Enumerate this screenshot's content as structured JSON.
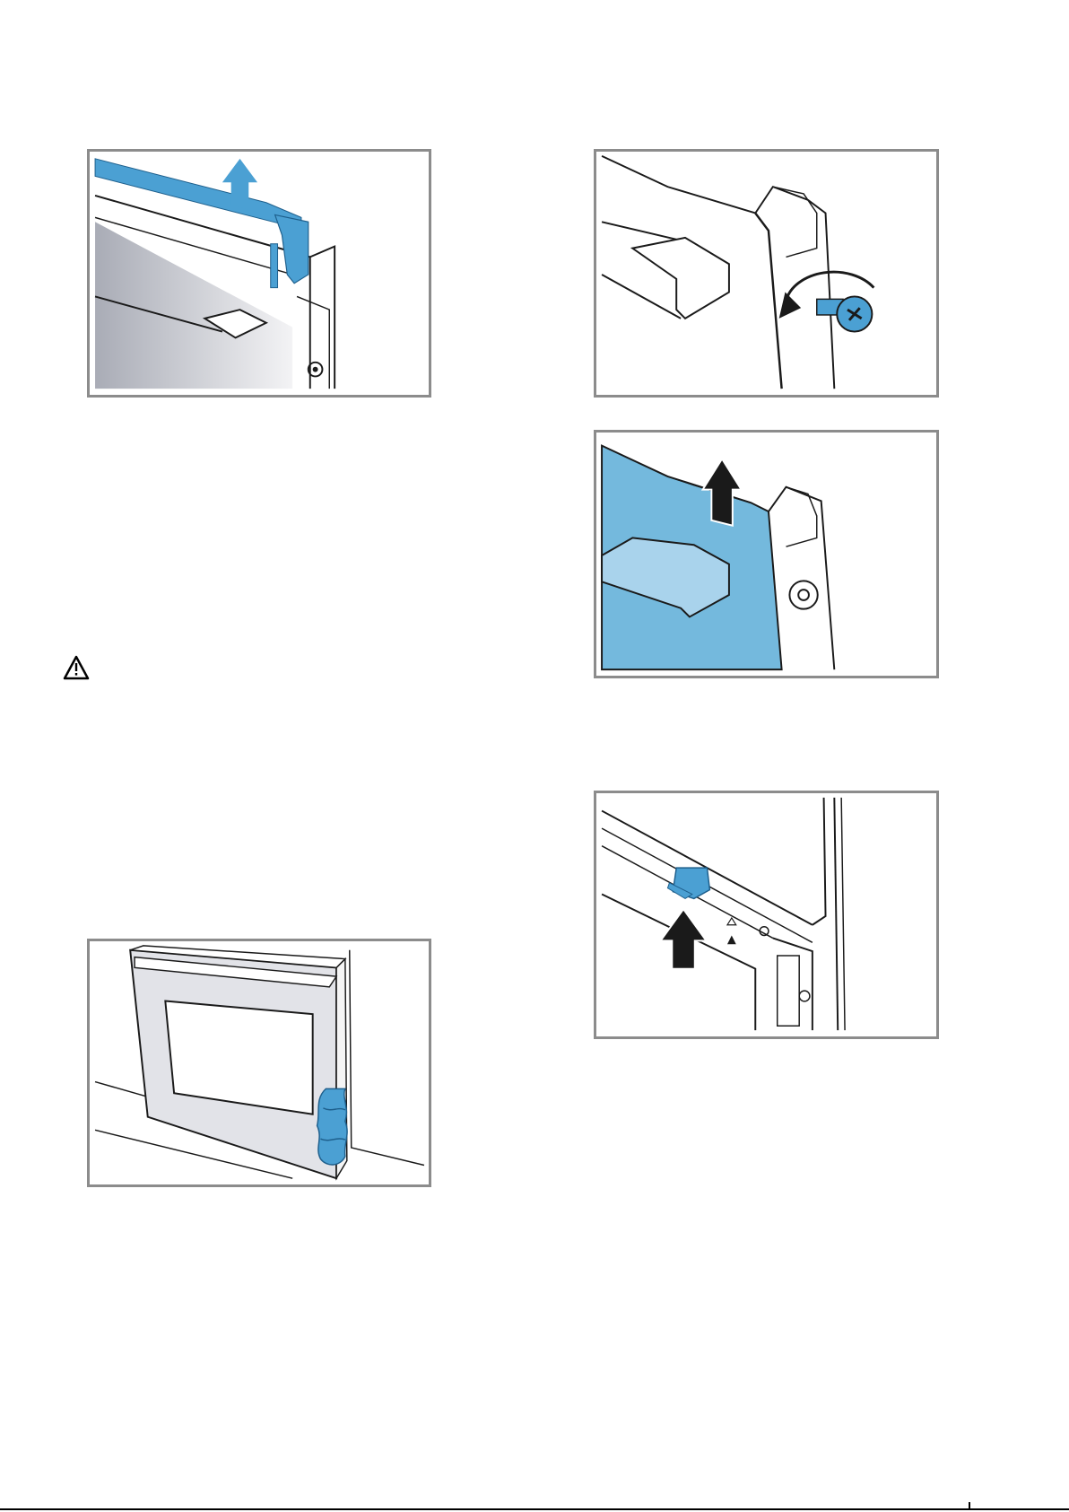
{
  "colors": {
    "accent_blue": "#4ba0d3",
    "light_blue": "#74b9dd",
    "frame_gray": "#8c8c8c",
    "line": "#1a1a1a"
  },
  "figures": [
    {
      "id": "fig1",
      "icon": "remove-door-cover-strip"
    },
    {
      "id": "fig2",
      "icon": "unscrew-door-screw"
    },
    {
      "id": "fig3",
      "icon": "lift-inner-pane"
    },
    {
      "id": "fig4",
      "icon": "push-clip-up"
    },
    {
      "id": "fig5",
      "icon": "oven-door-with-cloth"
    }
  ],
  "warning": {
    "icon": "warning-triangle-icon"
  }
}
